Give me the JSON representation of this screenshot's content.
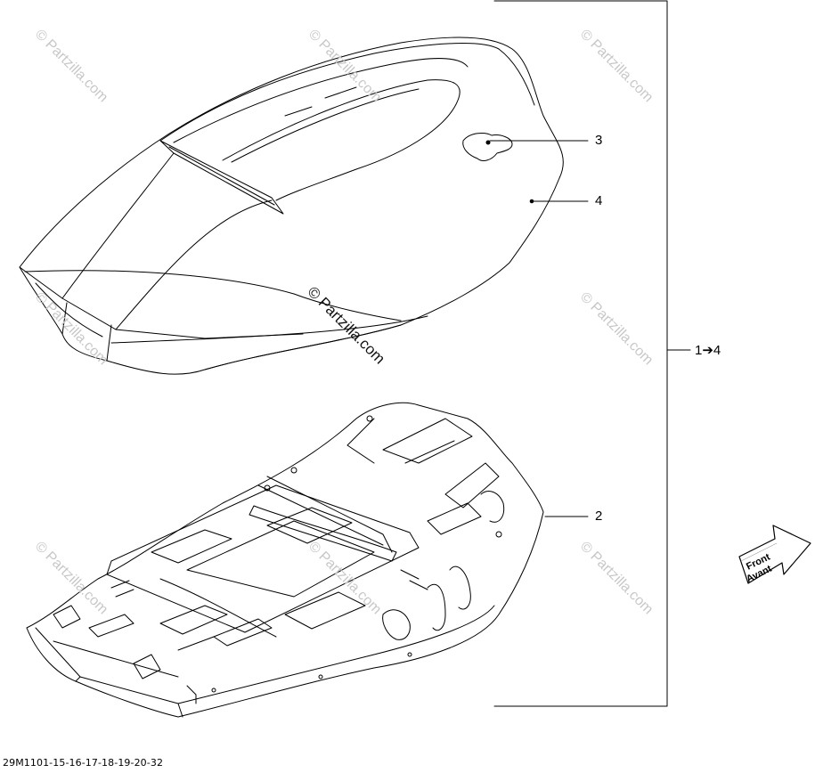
{
  "callouts": {
    "part3": "3",
    "part4": "4",
    "range": "1➔4",
    "part2": "2"
  },
  "front_arrow": {
    "line1": "Front",
    "line2": "Avant"
  },
  "drawing_code": "29M1101-15-16-17-18-19-20-32",
  "watermark": "© Partzilla.com"
}
